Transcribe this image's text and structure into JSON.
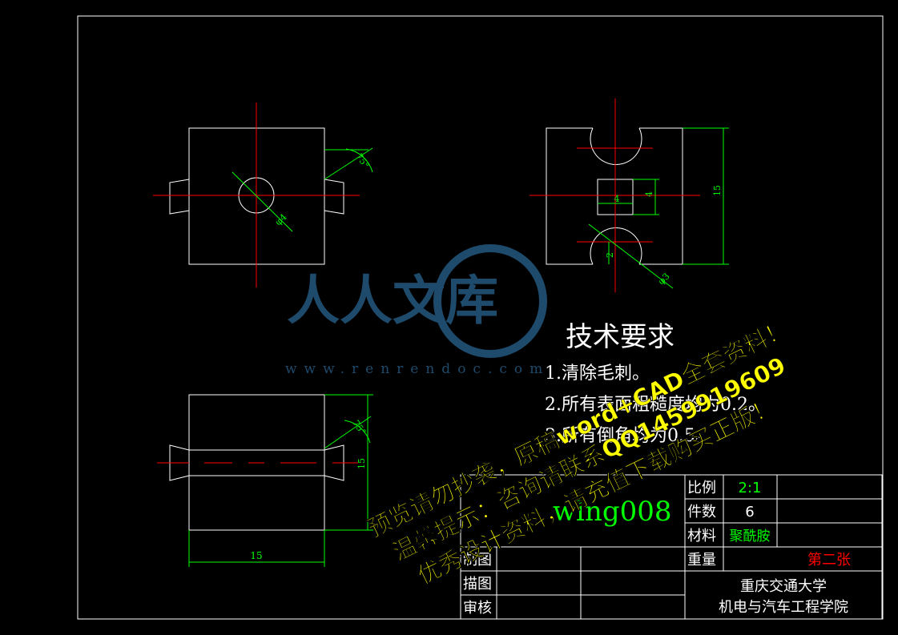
{
  "colors": {
    "background": "#000000",
    "outline": "#ffffff",
    "centerline": "#ff0000",
    "dimension": "#00ff00",
    "watermark": "#1e4a6b",
    "overlay_text": "#ffff00"
  },
  "dimensions": {
    "front_angle": "75°",
    "front_dia": "φ4",
    "side_w": "4",
    "side_h": "4",
    "side_h2": "15",
    "side_r": "2",
    "side_dia": "φ3",
    "bottom_angle": "75°",
    "bottom_h": "15",
    "bottom_w": "15"
  },
  "tech": {
    "title": "技术要求",
    "items": [
      "1.清除毛刺。",
      "2.所有表面粗糙度均为0.2。",
      "3.所有倒角均为0.5。"
    ]
  },
  "title_block": {
    "drawing_name": "wlng008",
    "scale_label": "比例",
    "scale_value": "2:1",
    "count_label": "件数",
    "count_value": "6",
    "material_label": "材料",
    "material_value": "聚酰胺",
    "weight_label": "重量",
    "sheet_label": "第二张",
    "drawn_label": "制图",
    "traced_label": "描图",
    "checked_label": "审核",
    "school": "重庆交通大学",
    "college": "机电与汽车工程学院"
  },
  "watermark": {
    "logo_text": "人人文库",
    "url": "www.renrendoc.com"
  },
  "overlay": {
    "line1": "预览请勿抄袭，原稿word+CAD全套资料！",
    "line2": "温馨提示：咨询请联系QQ1459919609",
    "line3": "优秀设计资料，请充值下载购买正版！"
  }
}
